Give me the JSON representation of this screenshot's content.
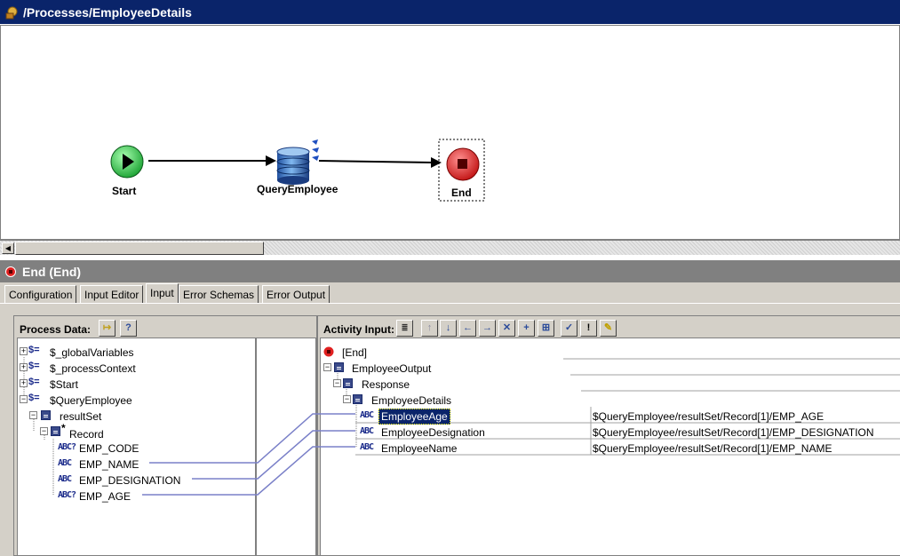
{
  "window": {
    "title": "/Processes/EmployeeDetails"
  },
  "canvas": {
    "nodes": [
      {
        "label": "Start"
      },
      {
        "label": "QueryEmployee"
      },
      {
        "label": "End"
      }
    ]
  },
  "activity_panel": {
    "title": "End (End)"
  },
  "tabs": [
    "Configuration",
    "Input Editor",
    "Input",
    "Error Schemas",
    "Error Output"
  ],
  "active_tab": "Input",
  "process_data": {
    "label": "Process Data:",
    "items": [
      "$_globalVariables",
      "$_processContext",
      "$Start",
      "$QueryEmployee",
      "resultSet",
      "Record",
      "EMP_CODE",
      "EMP_NAME",
      "EMP_DESIGNATION",
      "EMP_AGE"
    ]
  },
  "activity_input": {
    "label": "Activity Input:",
    "items": [
      "[End]",
      "EmployeeOutput",
      "Response",
      "EmployeeDetails"
    ],
    "fields": [
      {
        "name": "EmployeeAge",
        "value": "$QueryEmployee/resultSet/Record[1]/EMP_AGE"
      },
      {
        "name": "EmployeeDesignation",
        "value": "$QueryEmployee/resultSet/Record[1]/EMP_DESIGNATION"
      },
      {
        "name": "EmployeeName",
        "value": "$QueryEmployee/resultSet/Record[1]/EMP_NAME"
      }
    ]
  },
  "colors": {
    "title_bar": "#0a246a",
    "start_node": "#22c040",
    "end_node": "#d42020",
    "mapping_line": "#7a80c8"
  }
}
